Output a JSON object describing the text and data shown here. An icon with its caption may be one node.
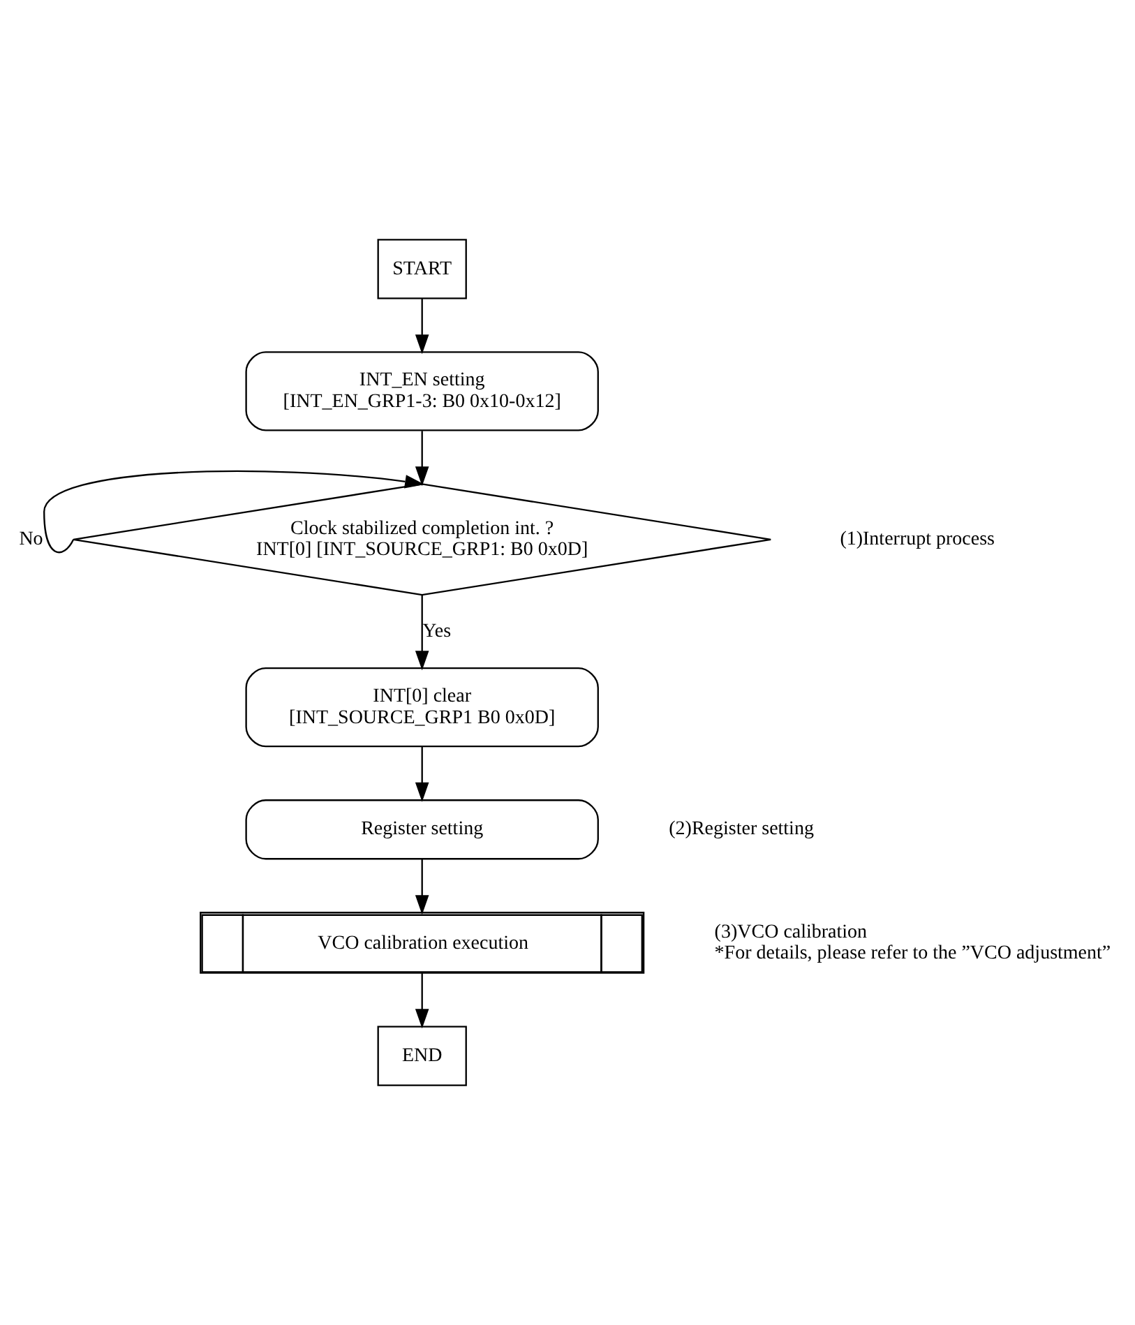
{
  "diagram": {
    "nodes": [
      {
        "text": [
          "START"
        ]
      },
      {
        "text": [
          "INT_EN setting",
          "[INT_EN_GRP1-3: B0 0x10-0x12]"
        ]
      },
      {
        "text": [
          "Clock stabilized completion int. ?",
          "INT[0] [INT_SOURCE_GRP1: B0 0x0D]"
        ]
      },
      {
        "text": [
          "INT[0] clear",
          "[INT_SOURCE_GRP1 B0 0x0D]"
        ]
      },
      {
        "text": [
          "Register setting"
        ],
        "beside": [
          "(2)Register setting"
        ]
      },
      {
        "text": [
          "VCO calibration execution"
        ],
        "beside": [
          "(3)VCO calibration",
          "*For details, please refer to the ”VCO adjustment”"
        ]
      },
      {
        "text": [
          "END"
        ]
      }
    ],
    "edges": [
      {
        "from": 0,
        "to": 1,
        "arrow": "to"
      },
      {
        "from": 1,
        "to": 2,
        "arrow": "to"
      },
      {
        "from": 2,
        "to": 2,
        "arrow": "to",
        "label": "No"
      },
      {
        "from": 2,
        "to": 3,
        "arrow": "to",
        "label": "Yes"
      },
      {
        "from": 3,
        "to": 4,
        "arrow": "to"
      },
      {
        "from": 4,
        "to": 5,
        "arrow": "to"
      },
      {
        "from": 5,
        "to": 6,
        "arrow": "to"
      }
    ],
    "labels": [
      "(1)Interrupt process"
    ]
  }
}
